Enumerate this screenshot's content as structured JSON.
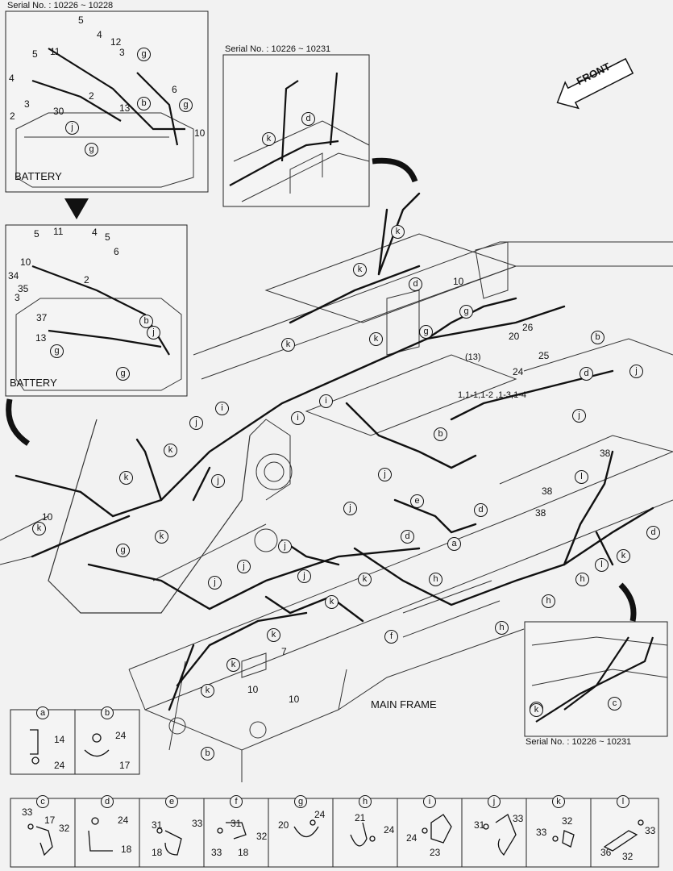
{
  "insets": {
    "battery_top": {
      "serial": "Serial No. : 10226 ~ 10228",
      "label": "BATTERY"
    },
    "battery_mid": {
      "label": "BATTERY"
    },
    "top_right": {
      "serial": "Serial No. : 10226 ~ 10231"
    },
    "bottom_right": {
      "serial": "Serial No. : 10226 ~ 10231"
    }
  },
  "front_label": "FRONT",
  "main_frame_label": "MAIN FRAME",
  "harness_label": "1,1-1,1-2 ,1-3,1-4",
  "bracket_ref_label": "(13)",
  "callout_letters": [
    "a",
    "b",
    "c",
    "d",
    "e",
    "f",
    "g",
    "h",
    "i",
    "j",
    "k",
    "l"
  ],
  "callout_numbers": [
    "2",
    "3",
    "4",
    "5",
    "6",
    "7",
    "10",
    "11",
    "12",
    "13",
    "14",
    "17",
    "18",
    "20",
    "21",
    "23",
    "24",
    "25",
    "26",
    "30",
    "31",
    "32",
    "33",
    "34",
    "35",
    "36",
    "37",
    "38"
  ],
  "detail_boxes": [
    {
      "letter": "a",
      "parts": [
        "14",
        "24"
      ]
    },
    {
      "letter": "b",
      "parts": [
        "24",
        "17"
      ]
    },
    {
      "letter": "c",
      "parts": [
        "33",
        "17",
        "32"
      ]
    },
    {
      "letter": "d",
      "parts": [
        "24",
        "18"
      ]
    },
    {
      "letter": "e",
      "parts": [
        "33",
        "31",
        "18"
      ]
    },
    {
      "letter": "f",
      "parts": [
        "31",
        "32",
        "33",
        "18"
      ]
    },
    {
      "letter": "g",
      "parts": [
        "24",
        "20"
      ]
    },
    {
      "letter": "h",
      "parts": [
        "21",
        "24"
      ]
    },
    {
      "letter": "i",
      "parts": [
        "24",
        "23"
      ]
    },
    {
      "letter": "j",
      "parts": [
        "33",
        "31"
      ]
    },
    {
      "letter": "k",
      "parts": [
        "32",
        "33"
      ]
    },
    {
      "letter": "l",
      "parts": [
        "33",
        "36",
        "32"
      ]
    }
  ]
}
